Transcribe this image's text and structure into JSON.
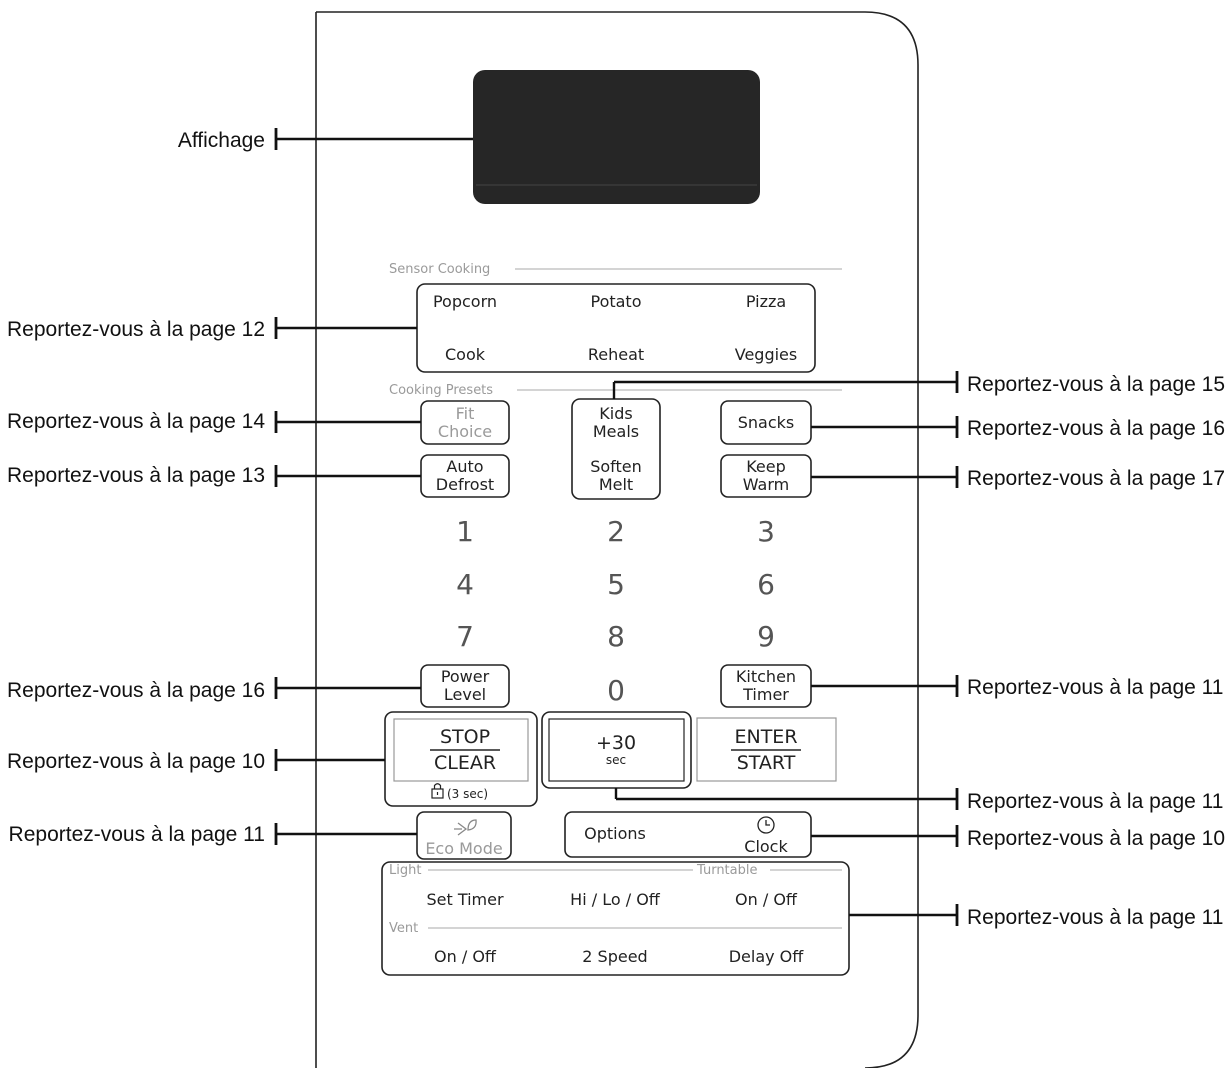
{
  "callouts": {
    "display": "Affichage",
    "left_sensor": "Reportez-vous à la page 12",
    "left_fit": "Reportez-vous à la page 14",
    "left_defrost": "Reportez-vous à la page 13",
    "left_power": "Reportez-vous à la page 16",
    "left_stop": "Reportez-vous à la page 10",
    "left_eco": "Reportez-vous à la page 11",
    "right_kids": "Reportez-vous à la page 15",
    "right_snacks": "Reportez-vous à la page 16",
    "right_keepwarm": "Reportez-vous à la page 17",
    "right_kitchen": "Reportez-vous à la page 11",
    "right_plus30": "Reportez-vous à la page 11",
    "right_clock": "Reportez-vous à la page 10",
    "right_options": "Reportez-vous à la page 11"
  },
  "panel": {
    "sensor_cooking_label": "Sensor Cooking",
    "sensor_buttons": [
      "Popcorn",
      "Potato",
      "Pizza",
      "Cook",
      "Reheat",
      "Veggies"
    ],
    "cooking_presets_label": "Cooking Presets",
    "fit_choice": [
      "Fit",
      "Choice"
    ],
    "auto_defrost": [
      "Auto",
      "Defrost"
    ],
    "kids_meals": [
      "Kids",
      "Meals"
    ],
    "soften_melt": [
      "Soften",
      "Melt"
    ],
    "snacks": "Snacks",
    "keep_warm": [
      "Keep",
      "Warm"
    ],
    "digits": [
      "1",
      "2",
      "3",
      "4",
      "5",
      "6",
      "7",
      "8",
      "9",
      "0"
    ],
    "power_level": [
      "Power",
      "Level"
    ],
    "kitchen_timer": [
      "Kitchen",
      "Timer"
    ],
    "stop": "STOP",
    "clear": "CLEAR",
    "lock_hint": "(3 sec)",
    "plus30": "+30",
    "sec": "sec",
    "enter": "ENTER",
    "start": "START",
    "eco_mode": "Eco Mode",
    "options": "Options",
    "clock": "Clock",
    "light_label": "Light",
    "turntable_label": "Turntable",
    "vent_label": "Vent",
    "set_timer": "Set Timer",
    "hi_lo_off": "Hi / Lo / Off",
    "turntable_on_off": "On / Off",
    "vent_on_off": "On / Off",
    "two_speed": "2 Speed",
    "delay_off": "Delay Off"
  }
}
